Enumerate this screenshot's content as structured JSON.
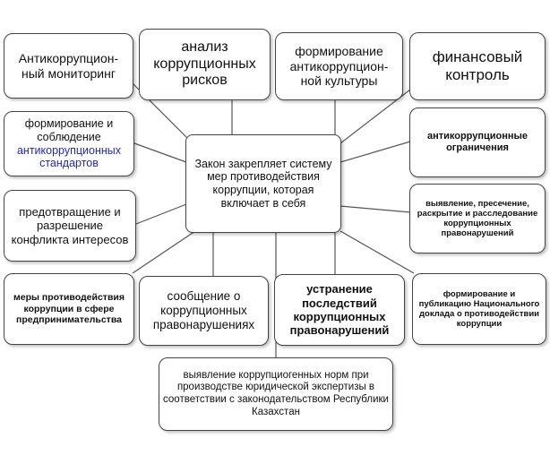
{
  "center": "Закон закрепляет систему мер противодействия коррупции, которая включает в себя",
  "boxes": {
    "monitoring": "Антикоррупцион-ный мониторинг",
    "risks": "анализ коррупционных рисков",
    "culture": "формирование антикоррупцион-ной культуры",
    "finance": "финансовый контроль",
    "standards": {
      "prefix": "формирование и соблюдение",
      "accent": "антикоррупционных стандартов"
    },
    "restrictions": "антикоррупционные ограничения",
    "conflict": "предотвращение и разрешение конфликта интересов",
    "detection": "выявление, пресечение, раскрытие и расследование коррупционных правонарушений",
    "business": "меры противодействия коррупции в сфере предпринимательства",
    "reporting": "сообщение о коррупционных правонарушениях",
    "consequences": "устранение последствий коррупционных правонарушений",
    "national_report": "формирование и публикацию Национального доклада о противодействии коррупции",
    "expertise": "выявление коррупциогенных норм при производстве юридической экспертизы в соответствии с законодательством Республики Казахстан"
  },
  "colors": {
    "accent": "#1f27c9",
    "border": "#444444",
    "line": "#555555"
  }
}
